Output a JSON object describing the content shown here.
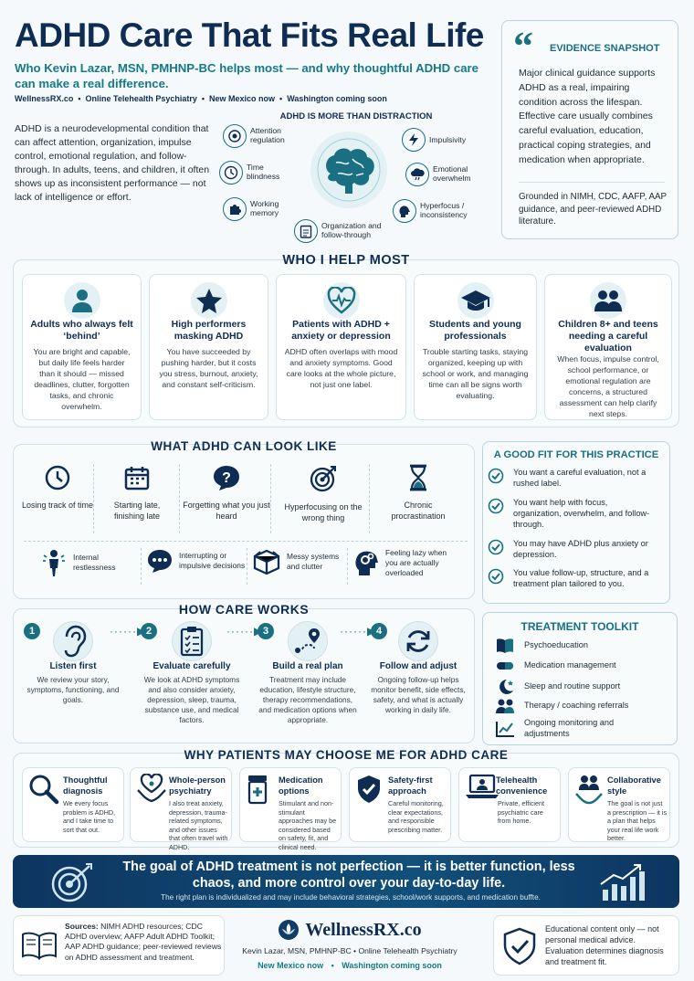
{
  "header": {
    "title": "ADHD Care That Fits Real Life",
    "subtitle": "Who Kevin Lazar, MSN, PMHNP-BC helps most — and why thoughtful ADHD care can make a real difference.",
    "meta": "WellnessRX.co  •  Online Telehealth Psychiatry  •  New Mexico now  •  Washington coming soon",
    "intro": "ADHD is a neurodevelopmental condition that can affect attention, organization, impulse control, emotional regulation, and follow-through. In adults, teens, and children, it often shows up as inconsistent performance — not lack of intelligence or effort."
  },
  "brain_diagram": {
    "title": "ADHD IS MORE THAN DISTRACTION",
    "items": [
      {
        "label": "Attention regulation",
        "icon": "target-icon"
      },
      {
        "label": "Time blindness",
        "icon": "clock-icon"
      },
      {
        "label": "Working memory",
        "icon": "puzzle-icon"
      },
      {
        "label": "Organization and follow-through",
        "icon": "clipboard-icon"
      },
      {
        "label": "Impulsivity",
        "icon": "lightning-icon"
      },
      {
        "label": "Emotional overwhelm",
        "icon": "storm-cloud-icon"
      },
      {
        "label": "Hyperfocus / inconsistency",
        "icon": "head-icon"
      }
    ]
  },
  "evidence": {
    "quote_mark": "“",
    "title": "EVIDENCE SNAPSHOT",
    "body": "Major clinical guidance supports ADHD as a real, impairing condition across the lifespan. Effective care usually combines careful evaluation, education, practical coping strategies, and medication when appropriate.",
    "footnote": "Grounded in NIMH, CDC, AAFP, AAP guidance, and peer-reviewed ADHD literature."
  },
  "who": {
    "title": "WHO I HELP MOST",
    "cards": [
      {
        "icon": "person-icon",
        "title": "Adults who always felt ‘behind’",
        "body": "You are bright and capable, but daily life feels harder than it should — missed deadlines, clutter, forgotten tasks, and chronic overwhelm."
      },
      {
        "icon": "star-icon",
        "title": "High performers masking ADHD",
        "body": "You have succeeded by pushing harder, but it costs you stress, burnout, anxiety, and constant self-criticism."
      },
      {
        "icon": "heart-pulse-icon",
        "title": "Patients with ADHD + anxiety or depression",
        "body": "ADHD often overlaps with mood and anxiety symptoms. Good care looks at the whole picture, not just one label."
      },
      {
        "icon": "graduation-cap-icon",
        "title": "Students and young professionals",
        "body": "Trouble starting tasks, staying organized, keeping up with school or work, and managing time can all be signs worth evaluating."
      },
      {
        "icon": "family-icon",
        "title": "Children 8+ and teens needing a careful evaluation",
        "body": "When focus, impulse control, school performance, or emotional regulation are concerns, a structured assessment can help clarify next steps."
      }
    ]
  },
  "look": {
    "title": "WHAT ADHD CAN LOOK LIKE",
    "row1": [
      {
        "icon": "clock-icon",
        "label": "Losing track of time"
      },
      {
        "icon": "calendar-icon",
        "label": "Starting late, finishing late"
      },
      {
        "icon": "question-bubble-icon",
        "label": "Forgetting what you just heard"
      },
      {
        "icon": "target-icon",
        "label": "Hyperfocusing on the wrong thing"
      },
      {
        "icon": "hourglass-icon",
        "label": "Chronic procrastination"
      }
    ],
    "row2": [
      {
        "icon": "restless-person-icon",
        "label": "Internal restlessness"
      },
      {
        "icon": "chat-bubble-icon",
        "label": "Interrupting or impulsive decisions"
      },
      {
        "icon": "box-icon",
        "label": "Messy systems and clutter"
      },
      {
        "icon": "head-gears-icon",
        "label": "Feeling lazy when you are actually overloaded"
      }
    ]
  },
  "fit": {
    "title": "A GOOD FIT FOR THIS PRACTICE",
    "items": [
      "You want a careful evaluation, not a rushed label.",
      "You want help with focus, organization, overwhelm, and follow-through.",
      "You may have ADHD plus anxiety or depression.",
      "You value follow-up, structure, and a treatment plan tailored to you."
    ]
  },
  "how": {
    "title": "HOW CARE WORKS",
    "steps": [
      {
        "num": "1",
        "icon": "ear-icon",
        "title": "Listen first",
        "body": "We review your story, symptoms, functioning, and goals."
      },
      {
        "num": "2",
        "icon": "checklist-icon",
        "title": "Evaluate carefully",
        "body": "We look at ADHD symptoms and also consider anxiety, depression, sleep, trauma, substance use, and medical factors."
      },
      {
        "num": "3",
        "icon": "route-icon",
        "title": "Build a real plan",
        "body": "Treatment may include education, lifestyle structure, therapy recommendations, and medication options when appropriate."
      },
      {
        "num": "4",
        "icon": "refresh-icon",
        "title": "Follow and adjust",
        "body": "Ongoing follow-up helps monitor benefit, side effects, safety, and what is actually working in daily life."
      }
    ]
  },
  "toolkit": {
    "title": "TREATMENT TOOLKIT",
    "items": [
      {
        "icon": "book-icon",
        "label": "Psychoeducation"
      },
      {
        "icon": "pill-icon",
        "label": "Medication management"
      },
      {
        "icon": "moon-icon",
        "label": "Sleep and routine support"
      },
      {
        "icon": "people-icon",
        "label": "Therapy / coaching referrals"
      },
      {
        "icon": "chart-icon",
        "label": "Ongoing monitoring and adjustments"
      }
    ]
  },
  "why": {
    "title": "WHY PATIENTS MAY CHOOSE ME FOR ADHD CARE",
    "cards": [
      {
        "icon": "magnifier-icon",
        "title": "Thoughtful diagnosis",
        "body": "We every focus problem is ADHD, and I take time to sort that out."
      },
      {
        "icon": "heart-hands-icon",
        "title": "Whole-person psychiatry",
        "body": "I also treat anxiety, depression, trauma-related symptoms, and other issues that often travel with ADHD."
      },
      {
        "icon": "pill-bottle-icon",
        "title": "Medication options",
        "body": "Stimulant and non-stimulant approaches may be considered based on safety, fit, and clinical need."
      },
      {
        "icon": "shield-check-icon",
        "title": "Safety-first approach",
        "body": "Careful monitoring, clear expectations, and responsible prescribing matter."
      },
      {
        "icon": "laptop-icon",
        "title": "Telehealth convenience",
        "body": "Private, efficient psychiatric care from home."
      },
      {
        "icon": "hands-people-icon",
        "title": "Collaborative style",
        "body": "The goal is not just a prescription — it is a plan that helps your real life work better."
      }
    ]
  },
  "banner": {
    "headline": "The goal of ADHD treatment is not perfection — it is better function, less chaos, and more control over your day-to-day life.",
    "sub": "The right plan is individualized and may include behavioral strategies, school/work supports, and medication buffte."
  },
  "footer": {
    "sources_label": "Sources:",
    "sources": "NIMH ADHD resources; CDC ADHD overview; AAFP Adult ADHD Toolkit; AAP ADHD guidance; peer-reviewed reviews on ADHD assessment and treatment.",
    "brand": "WellnessRX.co",
    "brand_line": "Kevin Lazar, MSN, PMHNP-BC • Online Telehealth Psychiatry",
    "states_now": "New Mexico now",
    "states_sep": "•",
    "states_soon": "Washington coming soon",
    "disclaimer": "Educational content only — not personal medical advice. Evaluation determines diagnosis and treatment fit."
  },
  "colors": {
    "navy": "#0f2d52",
    "teal": "#1a6f82",
    "banner": "#0f3d66"
  }
}
